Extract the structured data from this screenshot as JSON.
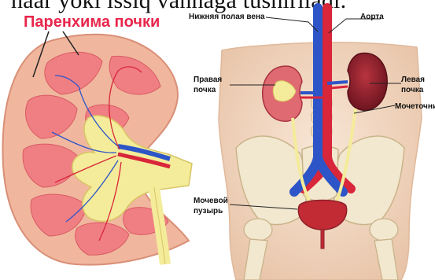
{
  "header_text": "haar yoki issiq vannaga tushiriladi.",
  "left_panel": {
    "title": "Паренхима почки",
    "title_color": "#e8264b"
  },
  "right_panel": {
    "labels": {
      "ivc": "Нижняя полая вена",
      "aorta": "Аорта",
      "right_kidney_line1": "Правая",
      "right_kidney_line2": "почка",
      "left_kidney_line1": "Левая",
      "left_kidney_line2": "почка",
      "ureter": "Мочеточник",
      "bladder_line1": "Мочевой",
      "bladder_line2": "пузырь"
    }
  },
  "colors": {
    "kidney_outer": "#f0b79e",
    "parenchyma": "#f07f83",
    "pelvis": "#f4ec9a",
    "vein": "#2d55c8",
    "artery": "#d8263a",
    "kidney_dark": "#8c1f2a",
    "skin": "#f3d9c3",
    "bone": "#f2e7cf"
  }
}
